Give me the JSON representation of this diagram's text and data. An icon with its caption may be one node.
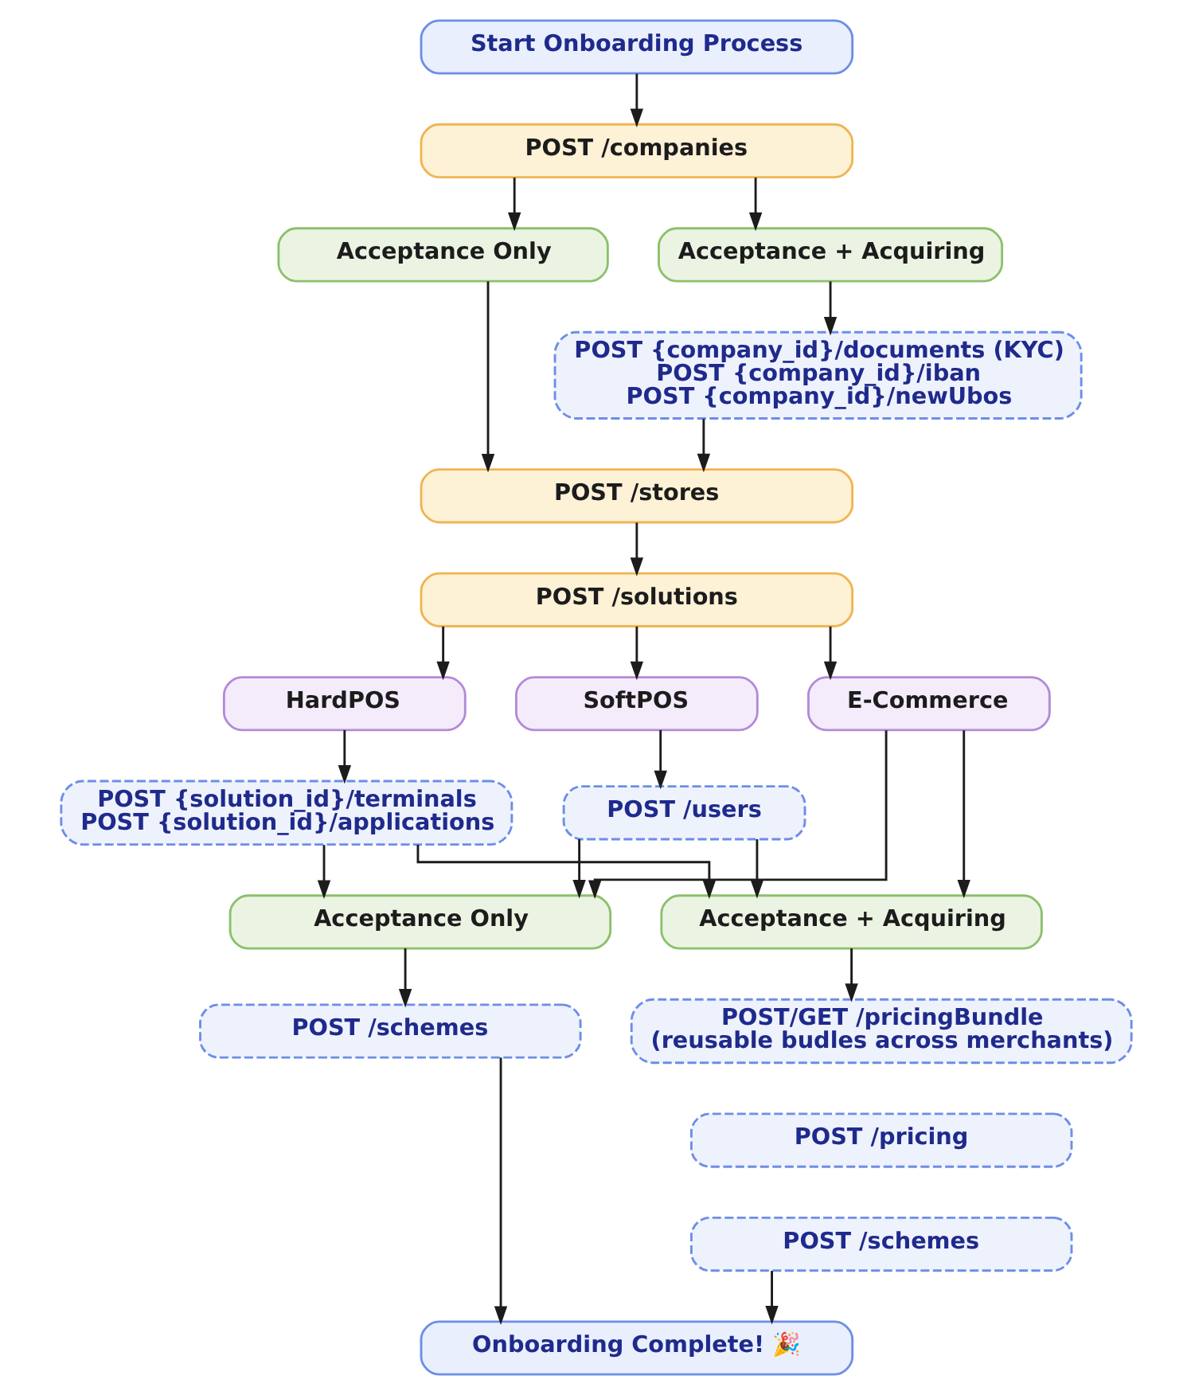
{
  "diagram": {
    "nodes": [
      {
        "text": [
          "Start Onboarding Process"
        ]
      },
      {
        "text": [
          "POST /companies"
        ]
      },
      {
        "text": [
          "Acceptance Only"
        ]
      },
      {
        "text": [
          "Acceptance + Acquiring"
        ]
      },
      {
        "text": [
          "POST {company_id}/documents (KYC)",
          "POST {company_id}/iban",
          "POST {company_id}/newUbos"
        ]
      },
      {
        "text": [
          "POST /stores"
        ]
      },
      {
        "text": [
          "POST /solutions"
        ]
      },
      {
        "text": [
          "HardPOS"
        ]
      },
      {
        "text": [
          "SoftPOS"
        ]
      },
      {
        "text": [
          "E-Commerce"
        ]
      },
      {
        "text": [
          "POST {solution_id}/terminals",
          "POST {solution_id}/applications"
        ]
      },
      {
        "text": [
          "POST /users"
        ]
      },
      {
        "text": [
          "Acceptance Only"
        ]
      },
      {
        "text": [
          "Acceptance + Acquiring"
        ]
      },
      {
        "text": [
          "POST /schemes"
        ]
      },
      {
        "text": [
          "POST/GET /pricingBundle",
          "(reusable budles across merchants)"
        ]
      },
      {
        "text": [
          "POST /pricing"
        ]
      },
      {
        "text": [
          "POST /schemes"
        ]
      },
      {
        "text": [
          "Onboarding Complete! 🎉"
        ]
      }
    ],
    "edges": [
      {
        "from": 0,
        "to": 1,
        "arrow": "to"
      },
      {
        "from": 1,
        "to": 2,
        "arrow": "to"
      },
      {
        "from": 1,
        "to": 3,
        "arrow": "to"
      },
      {
        "from": 3,
        "to": 4,
        "arrow": "to"
      },
      {
        "from": 2,
        "to": 5,
        "arrow": "to"
      },
      {
        "from": 4,
        "to": 5,
        "arrow": "to"
      },
      {
        "from": 5,
        "to": 6,
        "arrow": "to"
      },
      {
        "from": 6,
        "to": 7,
        "arrow": "to"
      },
      {
        "from": 6,
        "to": 8,
        "arrow": "to"
      },
      {
        "from": 6,
        "to": 9,
        "arrow": "to"
      },
      {
        "from": 7,
        "to": 10,
        "arrow": "to"
      },
      {
        "from": 8,
        "to": 11,
        "arrow": "to"
      },
      {
        "from": 10,
        "to": 12,
        "arrow": "to"
      },
      {
        "from": 10,
        "to": 13,
        "arrow": "to"
      },
      {
        "from": 11,
        "to": 12,
        "arrow": "to"
      },
      {
        "from": 11,
        "to": 13,
        "arrow": "to"
      },
      {
        "from": 9,
        "to": 12,
        "arrow": "to"
      },
      {
        "from": 9,
        "to": 13,
        "arrow": "to"
      },
      {
        "from": 12,
        "to": 14,
        "arrow": "to"
      },
      {
        "from": 13,
        "to": 15,
        "arrow": "to"
      },
      {
        "from": 14,
        "to": 18,
        "arrow": "to"
      },
      {
        "from": 17,
        "to": 18,
        "arrow": "to"
      }
    ]
  }
}
